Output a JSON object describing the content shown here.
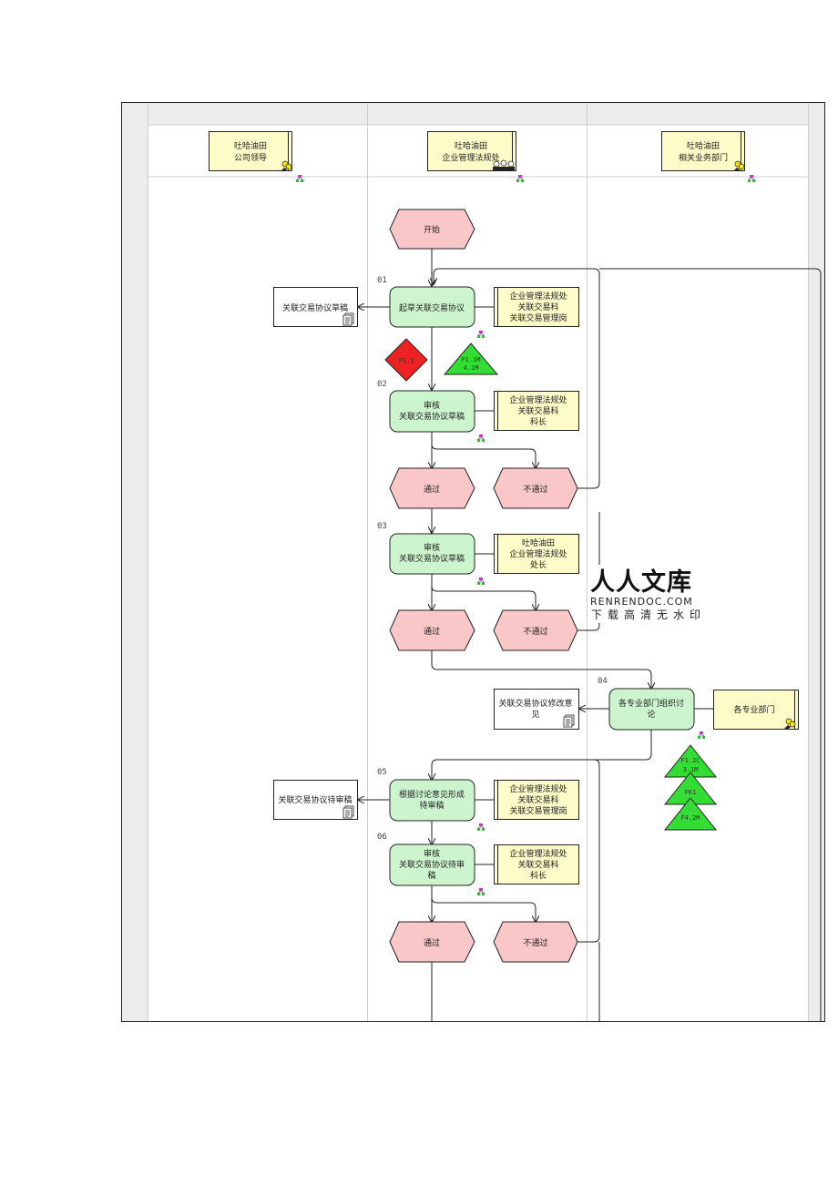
{
  "lanes": [
    {
      "id": "leader",
      "line1": "吐哈油田",
      "line2": "公司领导"
    },
    {
      "id": "legal",
      "line1": "吐哈油田",
      "line2": "企业管理法规处"
    },
    {
      "id": "biz",
      "line1": "吐哈油田",
      "line2": "相关业务部门"
    }
  ],
  "steps": {
    "start": "开始",
    "s01": {
      "num": "01",
      "line1": "起草关联交易协议"
    },
    "s02": {
      "num": "02",
      "line1": "审核",
      "line2": "关联交易协议草稿"
    },
    "s03": {
      "num": "03",
      "line1": "审核",
      "line2": "关联交易协议草稿"
    },
    "s04": {
      "num": "04",
      "line1": "各专业部门组织讨",
      "line2": "论"
    },
    "s05": {
      "num": "05",
      "line1": "根据讨论意见形成",
      "line2": "待审稿"
    },
    "s06": {
      "num": "06",
      "line1": "审核",
      "line2": "关联交易协议待审",
      "line3": "稿"
    }
  },
  "events": {
    "pass": "通过",
    "fail": "不通过"
  },
  "roles": {
    "r01": {
      "l1": "企业管理法规处",
      "l2": "关联交易科",
      "l3": "关联交易管理岗"
    },
    "r02": {
      "l1": "企业管理法规处",
      "l2": "关联交易科",
      "l3": "科长"
    },
    "r03": {
      "l1": "吐哈油田",
      "l2": "企业管理法规处",
      "l3": "处长"
    },
    "r04": {
      "l1": "各专业部门"
    },
    "r05": {
      "l1": "企业管理法规处",
      "l2": "关联交易科",
      "l3": "关联交易管理岗"
    },
    "r06": {
      "l1": "企业管理法规处",
      "l2": "关联交易科",
      "l3": "科长"
    }
  },
  "docs": {
    "d01": {
      "l1": "关联交易协议草稿"
    },
    "d04": {
      "l1": "关联交易协议修改意",
      "l2": "见"
    },
    "d05": {
      "l1": "关联交易协议待审稿"
    }
  },
  "risk": {
    "red": "F1.1",
    "g1": {
      "l1": "F1.1M",
      "l2": "4.1M"
    },
    "g2": {
      "l1": "F1.2C",
      "l2": "3.1M"
    },
    "g3": "FK1",
    "g4": "F4.2M"
  },
  "watermark": {
    "title": "人人文库",
    "site": "RENRENDOC.COM",
    "slogan": "下载高清无水印"
  },
  "colors": {
    "function_fill": "#cdf5cd",
    "event_fill": "#f9c7c7",
    "role_fill": "#fdfcc8",
    "red_diamond": "#ee2222",
    "green_triangle": "#33dd33"
  }
}
